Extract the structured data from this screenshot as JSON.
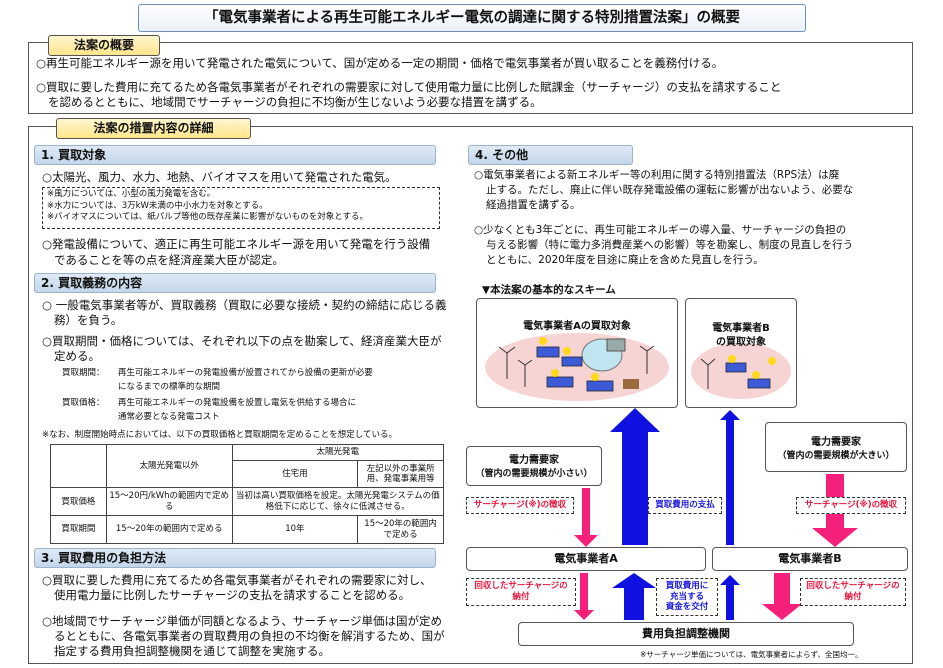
{
  "title": "「電気事業者による再生可能エネルギー電気の調達に関する特別措置法案」の概要",
  "overview": {
    "tag": "法案の概要",
    "p1": "○再生可能エネルギー源を用いて発電された電気について、国が定める一定の期間・価格で電気事業者が買い取ることを義務付ける。",
    "p2a": "○買取に要した費用に充てるため各電気事業者がそれぞれの需要家に対して使用電力量に比例した賦課金（サーチャージ）の支払を請求すること",
    "p2b": "を認めるとともに、地域間でサーチャージの負担に不均衡が生じないよう必要な措置を講ずる。"
  },
  "detail": {
    "tag": "法案の措置内容の詳細",
    "s1": {
      "head": "1. 買取対象",
      "p1": "○太陽光、風力、水力、地熱、バイオマスを用いて発電された電気。",
      "notes": [
        "※風力については、小型の風力発電を含む。",
        "※水力については、3万kW未満の中小水力を対象とする。",
        "※バイオマスについては、紙パルプ等他の既存産業に影響がないものを対象とする。"
      ],
      "p2a": "○発電設備について、適正に再生可能エネルギー源を用いて発電を行う設備",
      "p2b": "であることを等の点を経済産業大臣が認定。"
    },
    "s2": {
      "head": "2. 買取義務の内容",
      "p1a": "○ 一般電気事業者等が、買取義務（買取に必要な接続・契約の締結に応じる義",
      "p1b": "務）を負う。",
      "p2a": "○買取期間・価格については、それぞれ以下の点を勘案して、経済産業大臣が",
      "p2b": "定める。",
      "period_label": "買取期間：",
      "period_a": "再生可能エネルギーの発電設備が設置されてから設備の更新が必要",
      "period_b": "になるまでの標準的な期間",
      "price_label": "買取価格：",
      "price_a": "再生可能エネルギーの発電設備を設置し電気を供給する場合に",
      "price_b": "通常必要となる発電コスト",
      "note": "※なお、制度開始時点においては、以下の買取価格と買取期間を定めることを想定している。",
      "table": {
        "h_other": "太陽光発電以外",
        "h_solar": "太陽光発電",
        "h_home": "住宅用",
        "h_biz": "左記以外の事業所用、発電事業用等",
        "r1_label": "買取価格",
        "r1_other": "15～20円/kWhの範囲内で定める",
        "r1_home": "当初は高い買取価格を設定。太陽光発電システムの価格低下に応じて、徐々に低減させる。",
        "r2_label": "買取期間",
        "r2_other": "15～20年の範囲内で定める",
        "r2_home": "10年",
        "r2_biz": "15～20年の範囲内で定める"
      }
    },
    "s3": {
      "head": "3. 買取費用の負担方法",
      "p1a": "○買取に要した費用に充てるため各電気事業者がそれぞれの需要家に対し、",
      "p1b": "使用電力量に比例したサーチャージの支払を請求することを認める。",
      "p2a": "○地域間でサーチャージ単価が同額となるよう、サーチャージ単価は国が定め",
      "p2b": "るとともに、各電気事業者の買取費用の負担の不均衡を解消するため、国が",
      "p2c": "指定する費用負担調整機関を通じて調整を実施する。"
    },
    "s4": {
      "head": "4. その他",
      "p1a": "○電気事業者による新エネルギー等の利用に関する特別措置法（RPS法）は廃",
      "p1b": "止する。ただし、廃止に伴い既存発電設備の運転に影響が出ないよう、必要な",
      "p1c": "経過措置を講ずる。",
      "p2a": "○少なくとも3年ごとに、再生可能エネルギーの導入量、サーチャージの負担の",
      "p2b": "与える影響（特に電力多消費産業への影響）等を勘案し、制度の見直しを行う",
      "p2c": "とともに、2020年度を目途に廃止を含めた見直しを行う。"
    },
    "scheme": {
      "caption": "▼本法案の基本的なスキーム",
      "target_a": "電気事業者Aの買取対象",
      "target_b": "電気事業者B",
      "target_b2": "の買取対象",
      "consumer_a": "電力需要家",
      "consumer_a_sub": "（管内の需要規模が小さい）",
      "consumer_b": "電力需要家",
      "consumer_b_sub": "（管内の需要規模が大きい）",
      "surcharge_pay_a": "サーチャージ(※)の徴収",
      "surcharge_pay_b": "サーチャージ(※)の徴収",
      "payment": "買取費用の支払",
      "utility_a": "電気事業者A",
      "utility_b": "電気事業者B",
      "collected_a_1": "回収したサーチャージの",
      "collected_a_2": "納付",
      "collected_b_1": "回収したサーチャージの",
      "collected_b_2": "納付",
      "grant_1": "買取費用に",
      "grant_2": "充当する",
      "grant_3": "資金を交付",
      "agency": "費用負担調整機関",
      "footnote": "※サーチャージ単価については、電気事業者によらず、全国均一。"
    }
  },
  "colors": {
    "red": "#f4207a",
    "blue": "#1010e0",
    "yellow": "#ffe58a"
  }
}
